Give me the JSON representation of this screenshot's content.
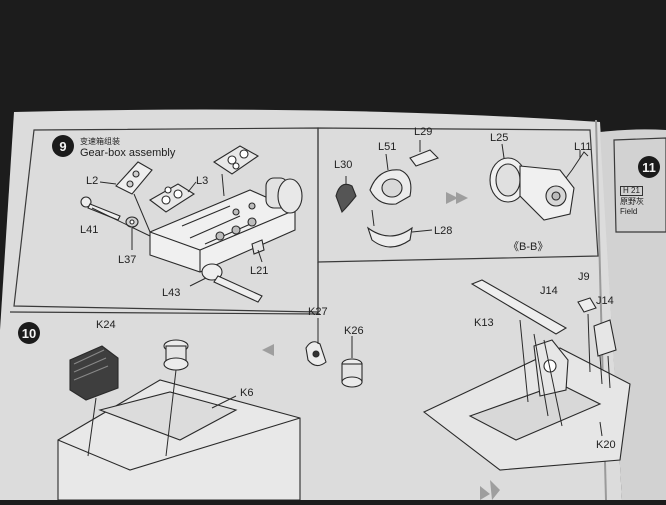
{
  "colors": {
    "background": "#1c1c1c",
    "paper": "#dedede",
    "ink": "#222222",
    "arrow_accent": "#9e9e9e"
  },
  "step9": {
    "number": "9",
    "title_cn": "变速箱组装",
    "title_en": "Gear-box assembly",
    "parts": [
      "L2",
      "L3",
      "L41",
      "L37",
      "L21",
      "L43"
    ]
  },
  "step9b": {
    "parts": [
      "L30",
      "L51",
      "L29",
      "L28",
      "L25",
      "L11"
    ],
    "section_label": "《B-B》"
  },
  "step10": {
    "number": "10",
    "parts": [
      "K24",
      "K6",
      "K27",
      "K26",
      "K13",
      "J14",
      "J9",
      "J14",
      "K20"
    ]
  },
  "step11": {
    "number": "11",
    "box_text": "H 21",
    "line_cn": "原野灰",
    "line_en": "Field"
  }
}
